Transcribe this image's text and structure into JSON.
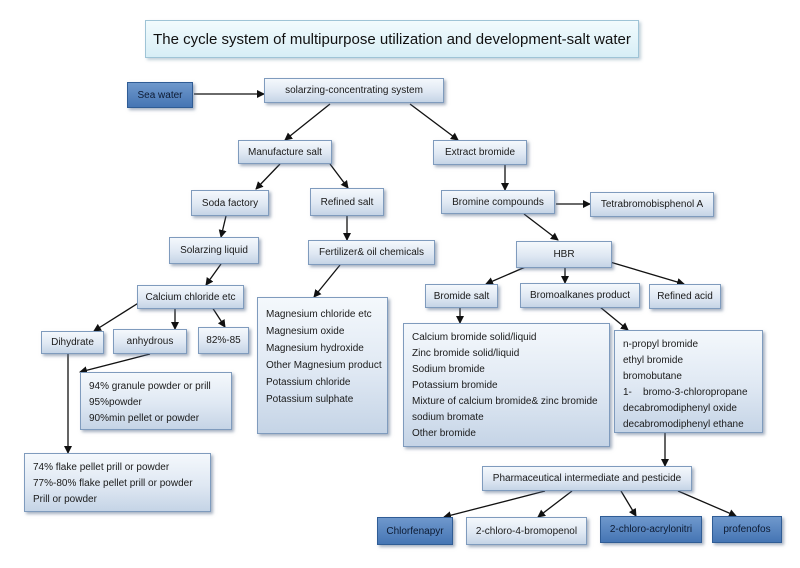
{
  "title": "The cycle system of multipurpose utilization and development-salt water",
  "nodes": {
    "sea_water": "Sea water",
    "solarizing": "solarzing-concentrating system",
    "manufacture_salt": "Manufacture salt",
    "extract_bromide": "Extract bromide",
    "soda_factory": "Soda factory",
    "refined_salt": "Refined salt",
    "bromine_compounds": "Bromine compounds",
    "tetrabromobisphenol": "Tetrabromobisphenol A",
    "solarizing_liquid": "Solarzing liquid",
    "fertilizer": "Fertilizer& oil chemicals",
    "hbr": "HBR",
    "calcium_chloride": "Calcium chloride etc",
    "bromide_salt": "Bromide salt",
    "bromoalkanes": "Bromoalkanes product",
    "refined_acid": "Refined acid",
    "dihydrate": "Dihydrate",
    "anhydrous": "anhydrous",
    "pct": "82%-85",
    "pharma": "Pharmaceutical intermediate and pesticide",
    "chlorfenapyr": "Chlorfenapyr",
    "chloro_bromophenol": "2-chloro-4-bromopenol",
    "chloro_acrylonitrile": "2-chloro-acrylonitri",
    "profenofos": "profenofos"
  },
  "lists": {
    "magnesium": [
      "Magnesium chloride etc",
      "Magnesium oxide",
      "Magnesium hydroxide",
      "Other Magnesium product",
      "Potassium chloride",
      "Potassium sulphate"
    ],
    "anhydrous_items": [
      "94% granule powder or prill",
      "95%powder",
      "90%min pellet or powder"
    ],
    "dihydrate_items": [
      "74% flake pellet prill or powder",
      "77%-80% flake pellet prill or powder",
      "Prill or powder"
    ],
    "bromide_items": [
      "Calcium bromide solid/liquid",
      "Zinc bromide solid/liquid",
      "Sodium bromide",
      "Potassium bromide",
      "Mixture of calcium bromide& zinc bromide",
      "sodium bromate",
      "Other bromide"
    ],
    "bromoalkane_items": [
      "n-propyl bromide",
      "ethyl bromide",
      "bromobutane",
      "1-    bromo-3-chloropropane",
      "decabromodiphenyl oxide",
      "decabromodiphenyl ethane"
    ]
  },
  "colors": {
    "box": "#dfe8f3",
    "dark_box": "#4575b4",
    "title_box": "#d7eef6",
    "arrow": "#111111"
  }
}
